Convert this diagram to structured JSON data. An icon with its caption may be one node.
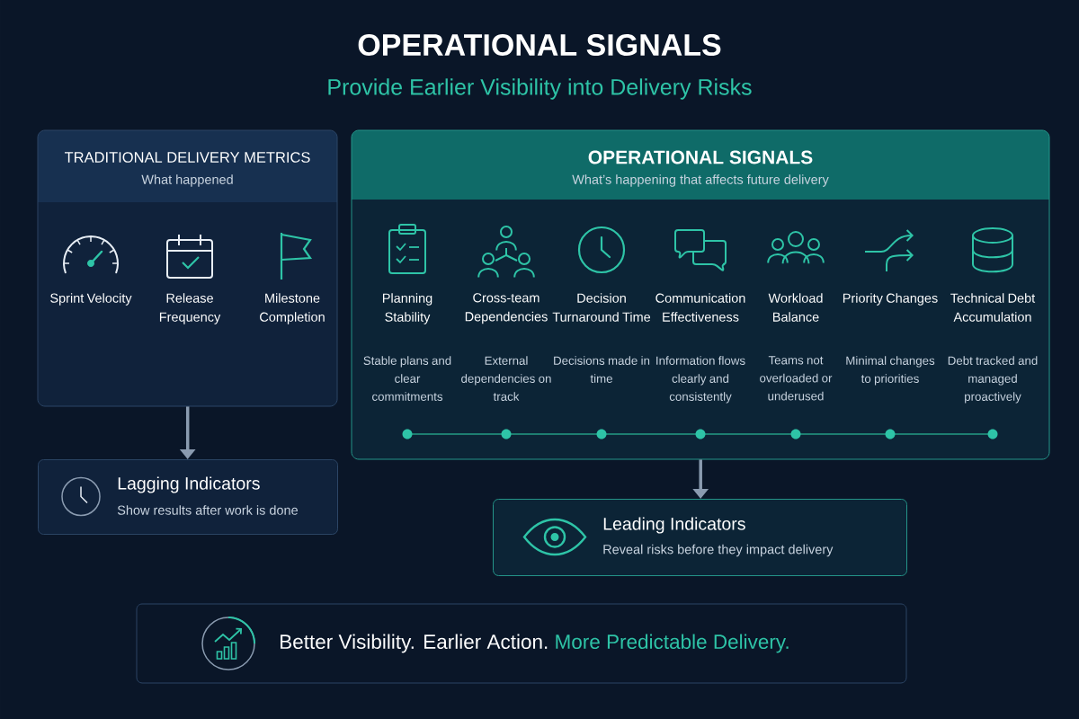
{
  "diagram": {
    "title": "OPERATIONAL SIGNALS",
    "nodes": [
      {
        "text": [
          "TRADITIONAL DELIVERY METRICS",
          "What happened"
        ]
      },
      {
        "text": [
          "Sprint Velocity"
        ],
        "in": 0
      },
      {
        "text": [
          "Release Frequency"
        ],
        "in": 0
      },
      {
        "text": [
          "Milestone Completion"
        ],
        "in": 0
      },
      {
        "text": [
          "OPERATIONAL SIGNALS",
          "What’s happening that affects future delivery"
        ]
      },
      {
        "text": [
          "Planning Stability",
          "Stable plans and clear commitments"
        ],
        "in": 4
      },
      {
        "text": [
          "Cross-team Dependencies",
          "External dependencies on track"
        ],
        "in": 4
      },
      {
        "text": [
          "Decision Turnaround Time",
          "Decisions made in time"
        ],
        "in": 4
      },
      {
        "text": [
          "Communication Effectiveness",
          "Information flows clearly and consistently"
        ],
        "in": 4
      },
      {
        "text": [
          "Workload Balance",
          "Teams not overloaded or underused"
        ],
        "in": 4
      },
      {
        "text": [
          "Priority Changes",
          "Minimal changes to priorities"
        ],
        "in": 4
      },
      {
        "text": [
          "Technical Debt Accumulation",
          "Debt tracked and managed proactively"
        ],
        "in": 4
      },
      {
        "text": [
          "Lagging Indicators",
          "Show results after work is done"
        ]
      },
      {
        "text": [
          "Leading Indicators",
          "Reveal risks before they impact delivery"
        ]
      },
      {
        "text": [
          "Better Visibility. Earlier Action.",
          "More Predictable Delivery."
        ]
      }
    ],
    "edges": [
      {
        "from": 0,
        "to": 12,
        "arrow": "to"
      },
      {
        "from": 4,
        "to": 13,
        "arrow": "to"
      }
    ],
    "labels": [
      "Provide Earlier Visibility into Delivery Risks"
    ]
  }
}
